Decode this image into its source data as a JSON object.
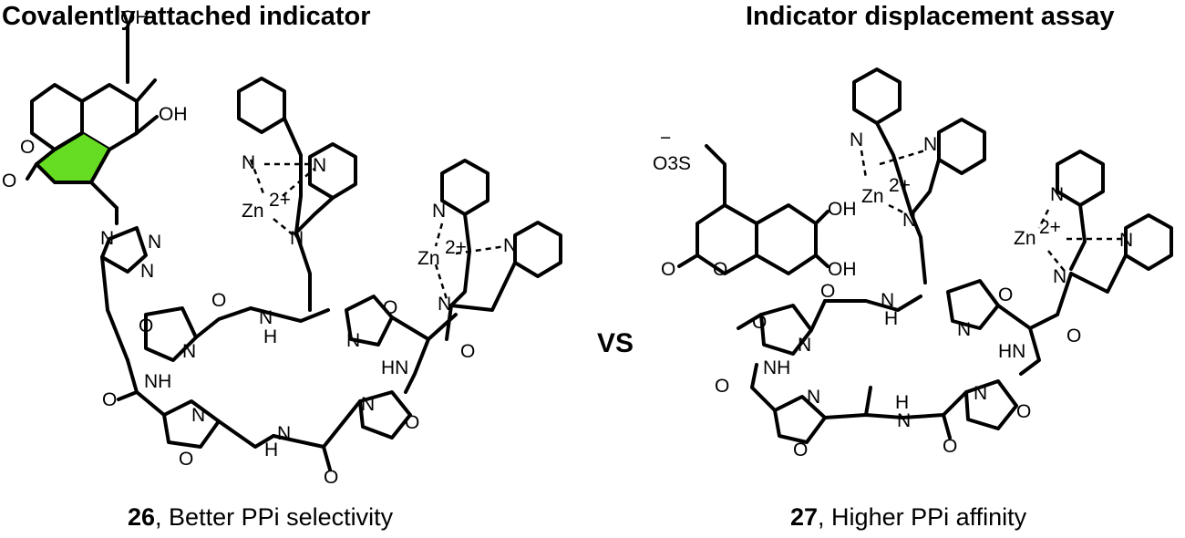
{
  "left": {
    "title": "Covalently attached indicator",
    "compound_number": "26",
    "caption_text": ", Better PPi selectivity",
    "atoms": {
      "oh_top": "OH",
      "oh_side": "OH",
      "o_ring": "O",
      "o_carbonyl": "O",
      "zn1": "Zn",
      "zn1_charge": "2+",
      "zn2": "Zn",
      "zn2_charge": "2+",
      "n_py": "N",
      "nh": "NH",
      "hn": "HN",
      "h": "H"
    }
  },
  "right": {
    "title": "Indicator displacement assay",
    "compound_number": "27",
    "caption_text": ", Higher PPi affinity",
    "atoms": {
      "sulfonate": "O3S",
      "charge": "−",
      "oh_top": "OH",
      "oh_bottom": "OH",
      "o_ring": "O",
      "o_carbonyl": "O",
      "zn1": "Zn",
      "zn1_charge": "2+",
      "zn2": "Zn",
      "zn2_charge": "2+",
      "n": "N",
      "nh": "NH",
      "hn": "HN",
      "h": "H"
    }
  },
  "separator": "VS",
  "colors": {
    "indicator_fill": "#66dd22",
    "bonds": "#000000"
  }
}
